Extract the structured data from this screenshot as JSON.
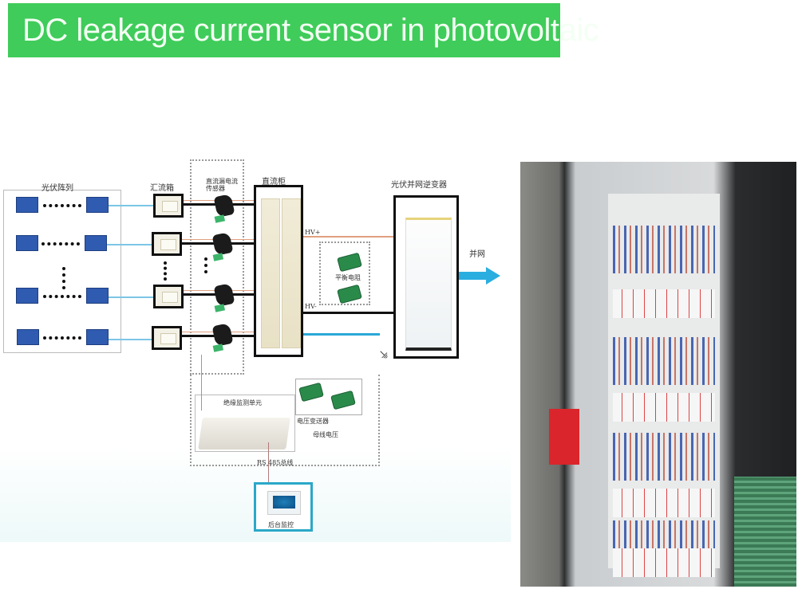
{
  "banner": {
    "title": "DC leakage current sensor in photovoltaic"
  },
  "diagram": {
    "pv_array": "光伏阵列",
    "combiner_box": "汇流箱",
    "leakage_sensor": "直流漏电流传感器",
    "dc_cabinet": "直流柜",
    "inverter": "光伏并网逆变器",
    "grid": "并网",
    "hv_plus": "HV+",
    "hv_minus": "HV-",
    "balance_resistor": "平衡电阻",
    "insulation_unit": "绝缘监测单元",
    "voltage_transmitter": "电压变送器",
    "bus_voltage": "母线电压",
    "rs485_bus": "RS 485总线",
    "backend_monitoring": "后台监控"
  },
  "colors": {
    "banner_bg": "#3fcc5a",
    "pv_cable": "#7cc6e6",
    "hv_plus_line": "#e0a080",
    "ground_line": "#2aa8d8",
    "grid_arrow": "#2aaee0",
    "monitor_frame": "#2aa8c8"
  },
  "photo": {
    "subject": "photovoltaic DC combiner cabinet with breakers and leakage sensors"
  }
}
